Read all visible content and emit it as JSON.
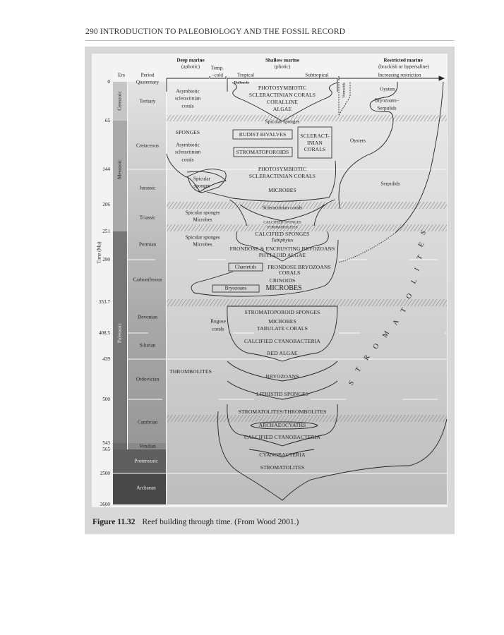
{
  "running_head": "290   INTRODUCTION TO PALEOBIOLOGY AND THE FOSSIL RECORD",
  "figure": {
    "caption_label": "Figure 11.32",
    "caption_text": "Reef building through time. (From Wood 2001.)"
  },
  "axis": {
    "label": "Time (Ma)",
    "ticks": [
      "0",
      "65",
      "144",
      "206",
      "251",
      "290",
      "353.7",
      "408.5",
      "439",
      "500",
      "543",
      "565",
      "2500",
      "3600"
    ]
  },
  "columns": {
    "era": "Era",
    "period": "Period",
    "deep_marine": "Deep marine",
    "aphotic": "(aphotic)",
    "temp": "Temp.",
    "cold": "–cold",
    "shallow_marine": "Shallow marine",
    "photic": "(photic)",
    "tropical": "Tropical",
    "subtropical": "Subtropical",
    "restricted_marine": "Restricted marine",
    "brackish": "(brackish or hypersaline)",
    "increasing": "Increasing restriction"
  },
  "eras": {
    "cenozoic": "Cenozoic",
    "mesozoic": "Mesozoic",
    "paleozoic": "Paleozoic",
    "proterozoic": "Proterozoic",
    "archaean": "Archaean"
  },
  "periods": [
    "Quaternary",
    "Tertiary",
    "Cretaceous",
    "Jurassic",
    "Triassic",
    "Permian",
    "Carboniferous",
    "Devonian",
    "Silurian",
    "Ordovician",
    "Cambrian",
    "Vendian"
  ],
  "labels": {
    "halimeda": "Halimeda",
    "t_photo": "PHOTOSYMBIOTIC",
    "t_scler": "SCLERACTINIAN CORALS",
    "t_coral": "CORALLINE",
    "t_algae": "ALGAE",
    "vermetids": "Vermetids",
    "t_oysters": "Oysters",
    "t_bryo": "Bryozoans–",
    "t_serp": "Serpulids",
    "t_asym1": "Asymbiotic",
    "t_asym2": "scleractinian",
    "t_asym3": "corals",
    "spicular_kt": "Spicular sponges",
    "k_sponges": "SPONGES",
    "k_asym1": "Asymbiotic",
    "k_asym2": "scleractinian",
    "k_asym3": "corals",
    "k_rudist": "RUDIST BIVALVES",
    "k_stromatoporoids": "STROMATOPOROIDS",
    "k_scler1": "SCLERACT-",
    "k_scler2": "INIAN",
    "k_scler3": "CORALS",
    "k_oysters": "Oysters",
    "j_photo": "PHOTOSYMBIOTIC",
    "j_scler": "SCLERACTINIAN CORALS",
    "j_spic1": "Spicular",
    "j_spic2": "sponges",
    "j_microbes": "MICROBES",
    "j_serp": "Serpulids",
    "tr_scler": "Scleractinian corals",
    "tr_spic": "Spicular sponges",
    "tr_micro": "Microbes",
    "tr_calc": "CALCIFIED SPONGES",
    "tr_strom": "STROMATOLITES",
    "p_calc": "CALCIFIED SPONGES",
    "p_tubi": "Tubiphytes",
    "p_frond": "FRONDOSE & ENCRUSTING BRYOZOANS",
    "p_phyl": "PHYLLOID ALGAE",
    "p_spic": "Spicular sponges",
    "p_micro": "Microbes",
    "c_chaet": "Chaetetids",
    "c_frond": "FRONDOSE BRYOZOANS",
    "c_corals": "CORALS",
    "c_crin": "CRINOIDS",
    "c_bryo": "Bryozoans",
    "c_microbes": "MICROBES",
    "d_strom": "STROMATOPOROID SPONGES",
    "d_microbes": "MICROBES",
    "d_tab": "TABULATE CORALS",
    "d_rug1": "Rugose",
    "d_rug2": "corals",
    "s_calc": "CALCIFIED CYANOBACTERIA",
    "s_red": "RED ALGAE",
    "o_thromb": "THROMBOLITES",
    "o_bryo": "BRYOZOANS",
    "o_lith": "LITHISTID SPONGES",
    "cm_st": "STROMATOLITES/THROMBOLITES",
    "cm_arch": "ARCHAEOCYATHS",
    "cm_calc": "CALCIFIED CYANOBACTERIA",
    "pr_cyano": "CYANOBACTERIA",
    "pr_strom": "STROMATOLITES"
  },
  "stromatolites_arc": [
    "S",
    "T",
    "R",
    "O",
    "M",
    "A",
    "T",
    "O",
    "L",
    "I",
    "T",
    "E",
    "S"
  ]
}
